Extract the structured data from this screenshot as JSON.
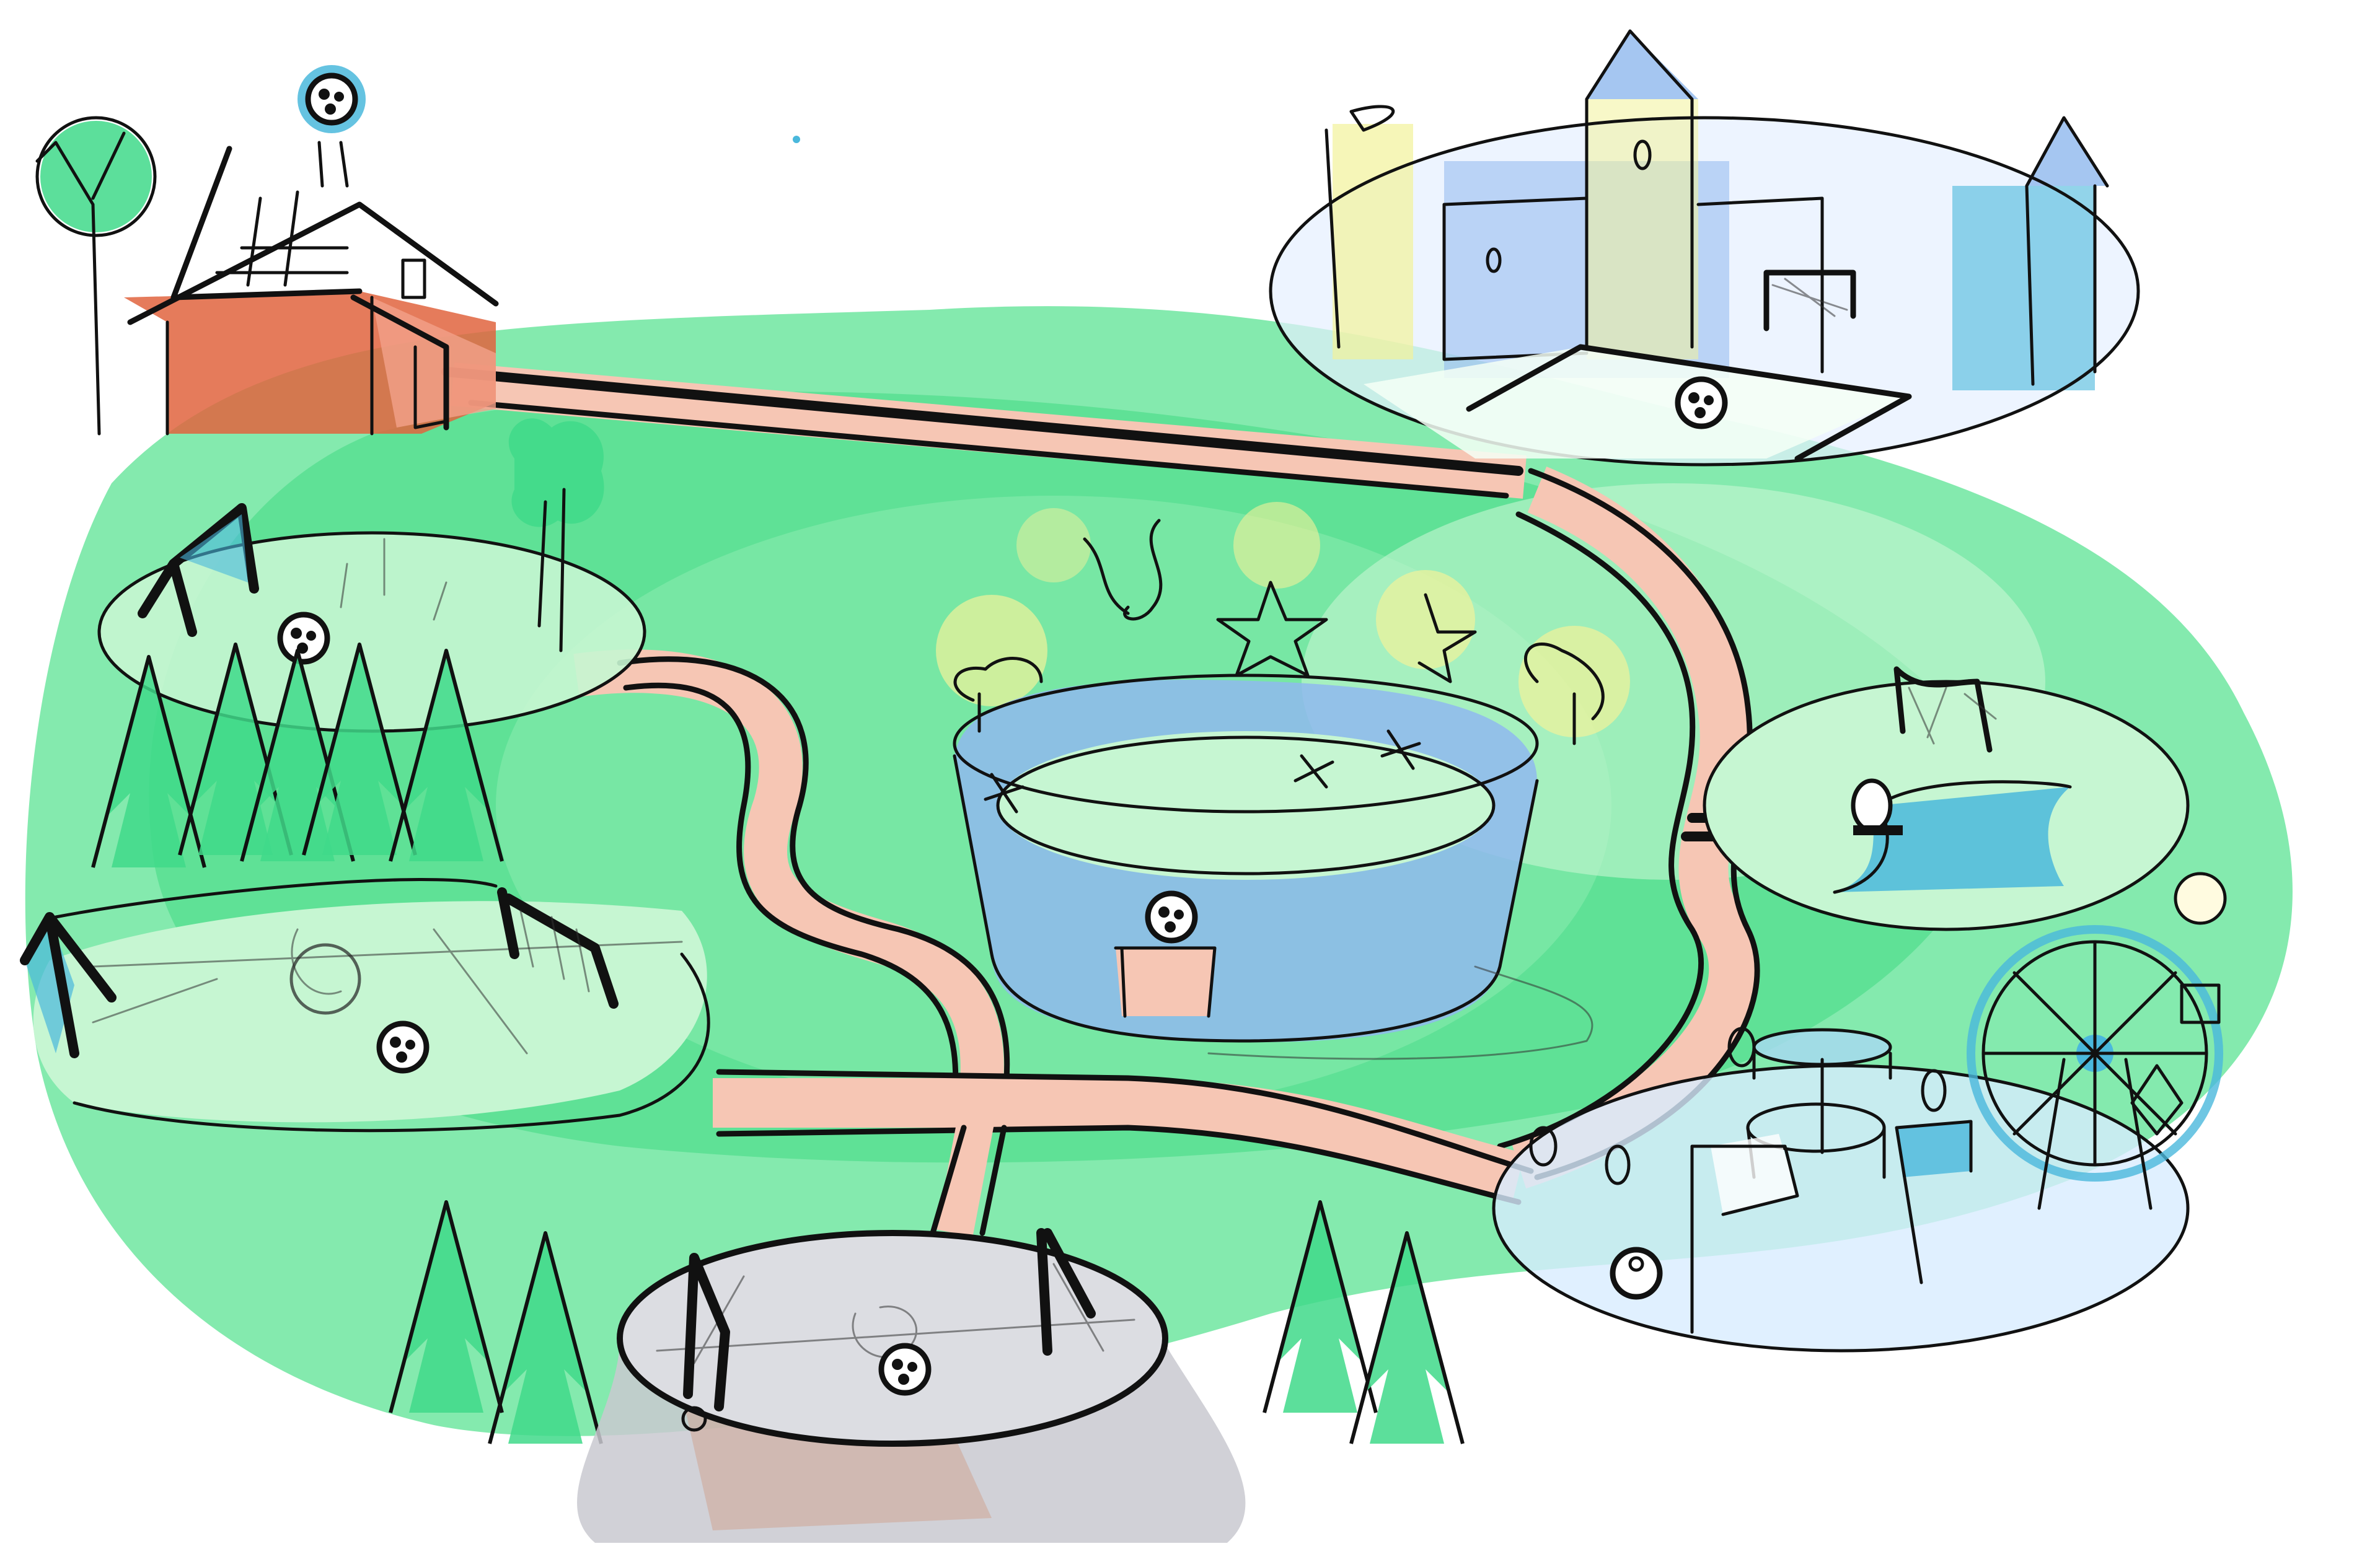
{
  "illustration": {
    "title": "",
    "style": "hand-drawn watercolor sketch map",
    "theme": "soccer fields connected by paths"
  },
  "colors": {
    "grass_dark": "#3fd98a",
    "grass_mid": "#6fe6a0",
    "grass_light": "#c6f6d2",
    "path": "#f6c6b4",
    "house_red": "#e0643e",
    "house_light": "#f2a18a",
    "water": "#4ab8dc",
    "castle_blue": "#8fb8ee",
    "castle_yellow": "#f2f29a",
    "stump_gray": "#c9c9d0",
    "stump_brown": "#cfa99a",
    "ink": "#111111",
    "background": "#ffffff"
  },
  "locations": [
    {
      "id": "home",
      "name": "House with ball on roof",
      "description": "red house, tree, soccer ball stick on roof"
    },
    {
      "id": "castle",
      "name": "Castle field",
      "description": "blue/yellow castle towers surrounding a small pitch with a goal and ball"
    },
    {
      "id": "meadow",
      "name": "Meadow field",
      "description": "small oval pitch with one goal, ball and tree"
    },
    {
      "id": "stadium",
      "name": "Central stadium",
      "description": "bowl stadium with lights, stars and fireworks, ball on a podium"
    },
    {
      "id": "forest",
      "name": "Forest field",
      "description": "large pitch with two goals, center circle, pine trees behind"
    },
    {
      "id": "pond",
      "name": "Pond field",
      "description": "oval pitch with a goal, ball and a blue pond"
    },
    {
      "id": "funfair",
      "name": "Funfair field",
      "description": "ferris wheel, carousel, flags and a ball"
    },
    {
      "id": "stump",
      "name": "Tree stump field",
      "description": "pitch on top of a giant tree stump with two goals, surrounded by pines"
    }
  ],
  "paths": [
    {
      "from": "home",
      "to": "castle"
    },
    {
      "from": "castle",
      "to": "pond"
    },
    {
      "from": "pond",
      "to": "funfair"
    },
    {
      "from": "meadow",
      "to": "crossroads"
    },
    {
      "from": "forest",
      "to": "crossroads"
    },
    {
      "from": "crossroads",
      "to": "stump"
    },
    {
      "from": "crossroads",
      "to": "funfair"
    }
  ],
  "icons": {
    "ball": "soccer-ball-icon",
    "goal": "soccer-goal-icon",
    "tree": "tree-icon",
    "pine": "pine-tree-icon",
    "star": "star-icon",
    "firework": "firework-icon",
    "ferris_wheel": "ferris-wheel-icon",
    "carousel": "carousel-icon",
    "flag": "flag-icon",
    "castle_tower": "castle-tower-icon",
    "house": "house-icon"
  }
}
